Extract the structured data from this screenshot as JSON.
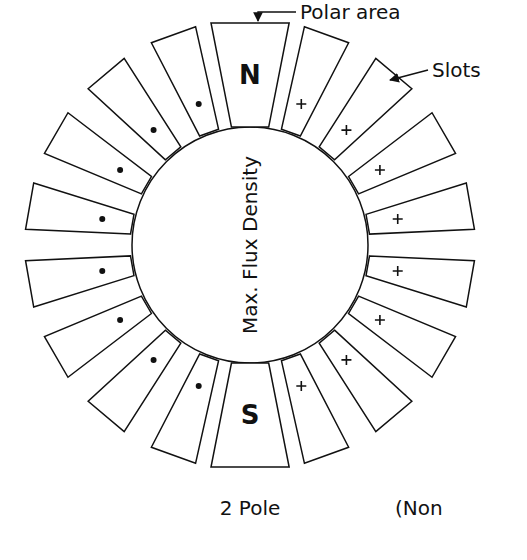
{
  "diagram": {
    "nodes": [
      {
        "text": [
          "N"
        ]
      },
      {
        "text": [
          "S"
        ]
      }
    ],
    "labels": [
      "Polar area",
      "Slots",
      "Max. Flux Density",
      "2 Pole",
      "(Non"
    ]
  }
}
